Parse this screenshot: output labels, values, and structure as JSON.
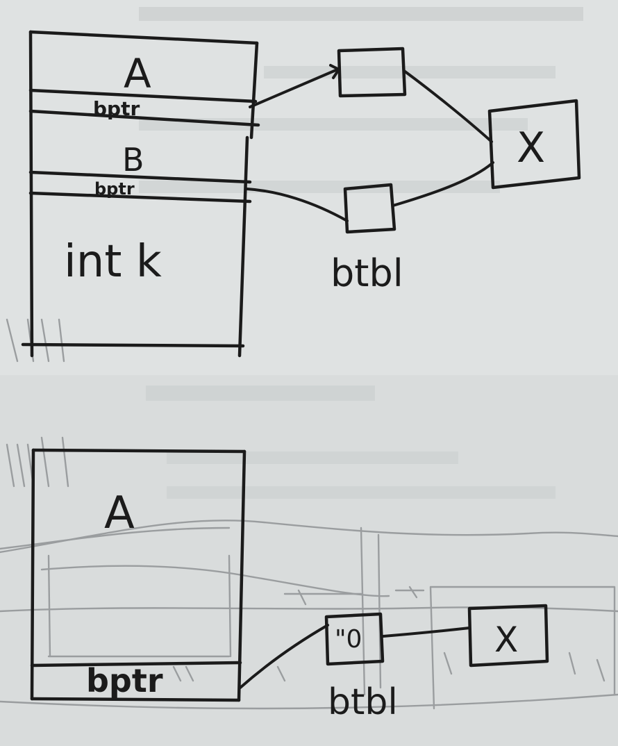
{
  "top_diagram": {
    "class_a_label": "A",
    "bptr_a_label": "bptr",
    "class_b_label": "B",
    "bptr_b_label": "bptr",
    "member_label": "int k",
    "vtable_label": "btbl",
    "shared_base_label": "X"
  },
  "bottom_diagram": {
    "class_a_label": "A",
    "bptr_label": "bptr",
    "vtable_label": "btbl",
    "vtable_entry": "\"0",
    "base_label": "X"
  }
}
